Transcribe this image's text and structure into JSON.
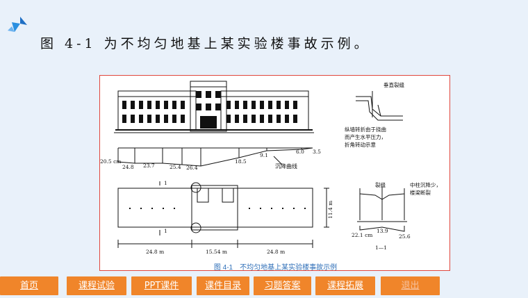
{
  "slide": {
    "title": "图 4-1 为不均匀地基上某实验楼事故示例。"
  },
  "figure": {
    "caption": "图 4-1　不均匀地基上某实验楼事故示例",
    "annotations": {
      "vertical_crack": "垂直裂缝",
      "wall_note_1": "纵墙转折由于挠曲",
      "wall_note_2": "而产生水平压力，",
      "wall_note_3": "折角转动示意",
      "settlement_curve": "沉降曲线",
      "crack": "裂缝",
      "middle_col_1": "中柱沉降少，",
      "middle_col_2": "楼梁断裂",
      "section_label": "1—1",
      "section_mark": "1"
    },
    "settlements": [
      "20.5 cm",
      "24.8",
      "23.7",
      "25.4",
      "26.4",
      "18.5",
      "9.1",
      "6.0",
      "3.5"
    ],
    "section_settlements": [
      "22.1 cm",
      "13.9",
      "25.6"
    ],
    "plan_dims": [
      "24.8 m",
      "15.54 m",
      "24.8 m"
    ],
    "plan_height": "11.4 m"
  },
  "nav": {
    "items": [
      {
        "label": "首页"
      },
      {
        "label": "课程试验"
      },
      {
        "label": "PPT课件"
      },
      {
        "label": "课件目录"
      },
      {
        "label": "习题答案"
      },
      {
        "label": "课程拓展"
      },
      {
        "label": "退出"
      }
    ]
  },
  "colors": {
    "accent": "#f0852a",
    "frame": "#e0463c",
    "caption": "#2f6fb8",
    "background": "#e9f1fa"
  }
}
